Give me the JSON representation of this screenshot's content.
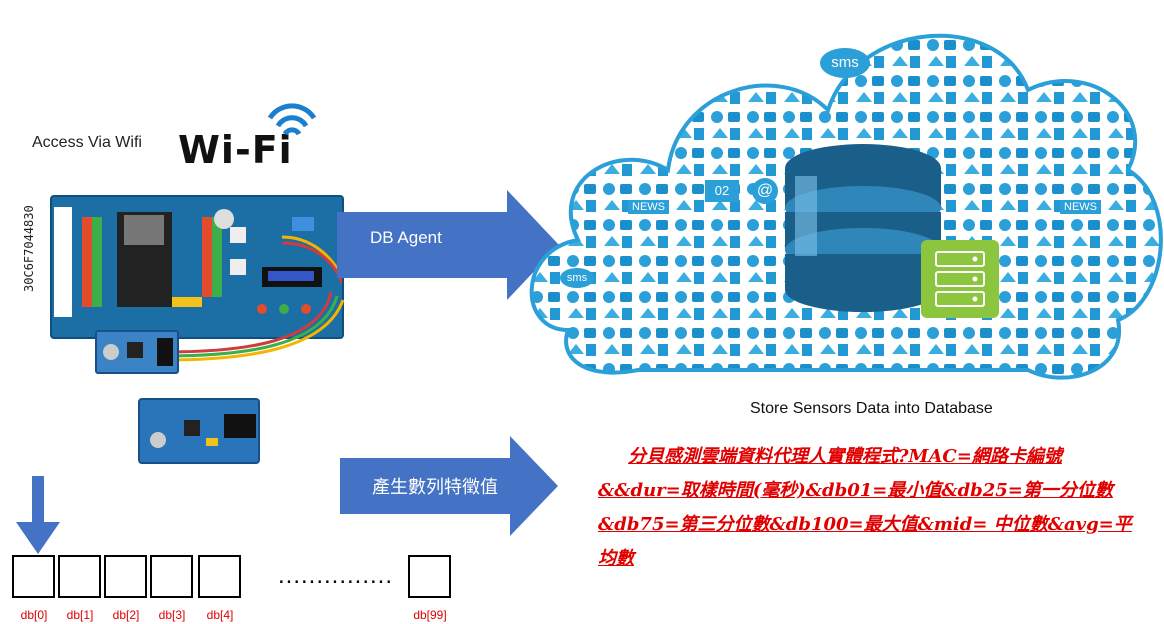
{
  "wifi": {
    "access_text": "Access Via Wifi",
    "logo_text": "Wi-Fi"
  },
  "board": {
    "id_label": "30C6F7044830"
  },
  "arrows": {
    "db_agent": "DB Agent",
    "feature_label": "產生數列特徵值"
  },
  "cloud": {
    "caption": "Store Sensors Data into Database",
    "icon_labels": [
      "sms",
      "NEWS",
      "02",
      "@",
      "NEWS",
      "sms"
    ]
  },
  "description": {
    "lines": [
      "分貝感測雲端資料代理人實體程式?MAC=網路卡編號",
      "&&dur=取樣時間(毫秒)&db01=最小值&db25=第一分位數",
      "&db75=第三分位數&db100=最大值&mid= 中位數&avg=平",
      "均數"
    ]
  },
  "array": {
    "labels": [
      "db[0]",
      "db[1]",
      "db[2]",
      "db[3]",
      "db[4]"
    ],
    "ellipsis": "...............",
    "last_label": "db[99]"
  },
  "colors": {
    "arrow": "#4472c4",
    "cloud": "#2a9fd8",
    "database": "#1a5f8a",
    "server_badge": "#8cc63f",
    "text_red": "#e00000"
  }
}
